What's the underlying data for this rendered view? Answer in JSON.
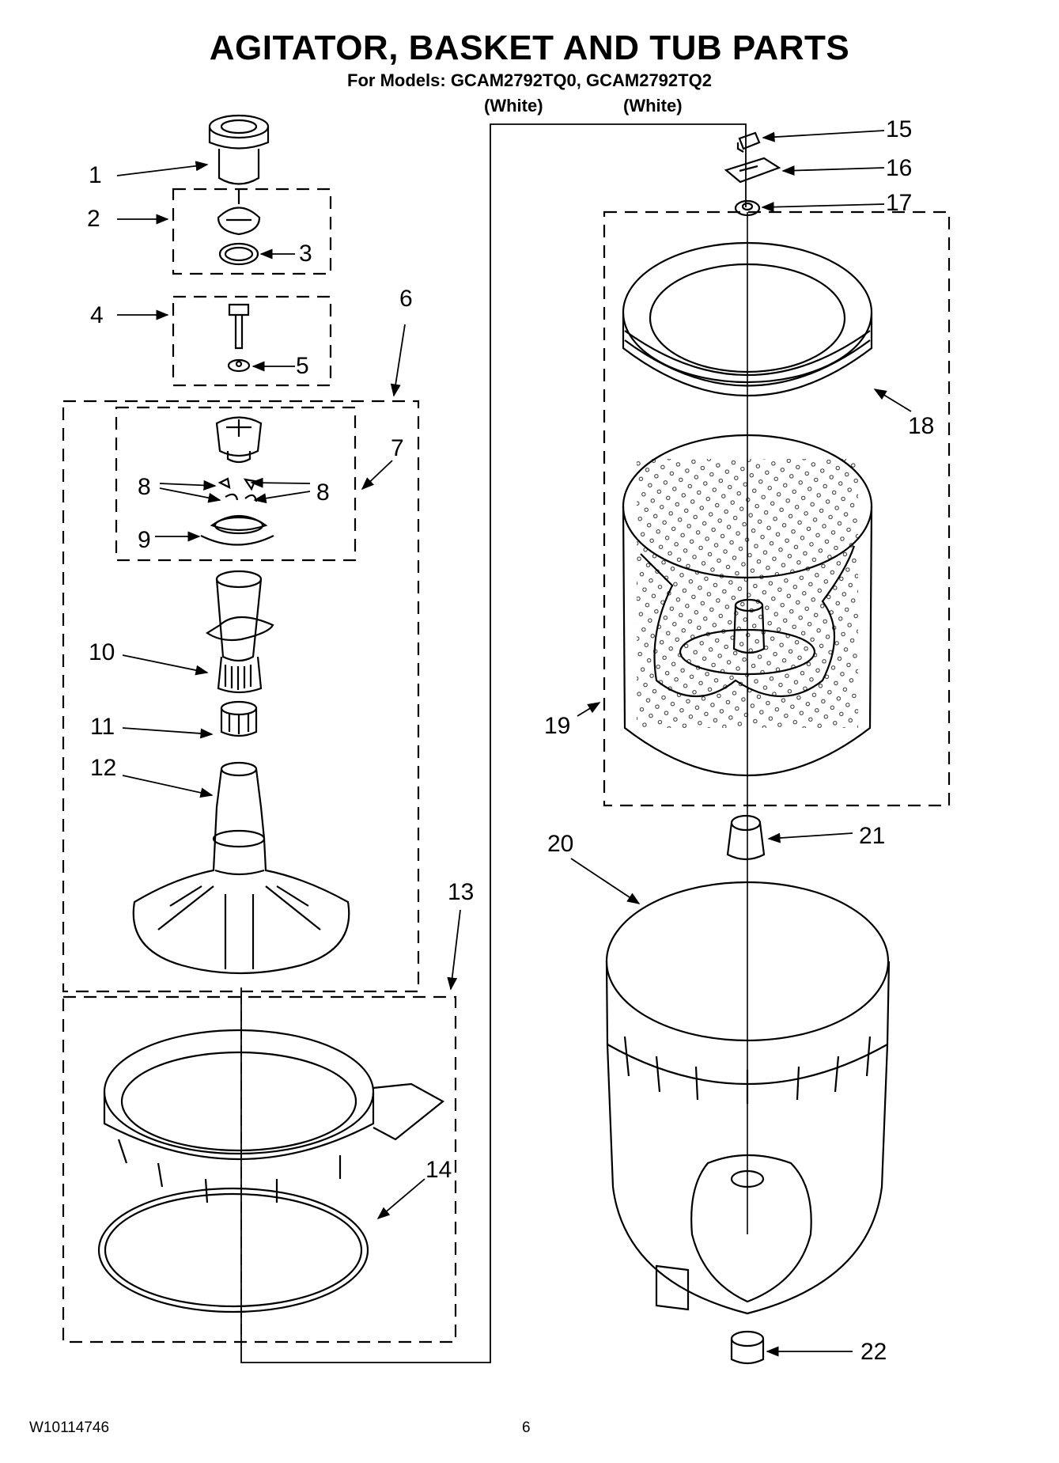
{
  "header": {
    "title": "AGITATOR, BASKET AND TUB PARTS",
    "subtitle": "For Models: GCAM2792TQ0, GCAM2792TQ2",
    "variant_left": "(White)",
    "variant_right": "(White)"
  },
  "footer": {
    "doc_number": "W10114746",
    "page_number": "6"
  },
  "callouts": [
    "1",
    "2",
    "3",
    "4",
    "5",
    "6",
    "7",
    "8",
    "8",
    "9",
    "10",
    "11",
    "12",
    "13",
    "14",
    "15",
    "16",
    "17",
    "18",
    "19",
    "20",
    "21",
    "22"
  ]
}
